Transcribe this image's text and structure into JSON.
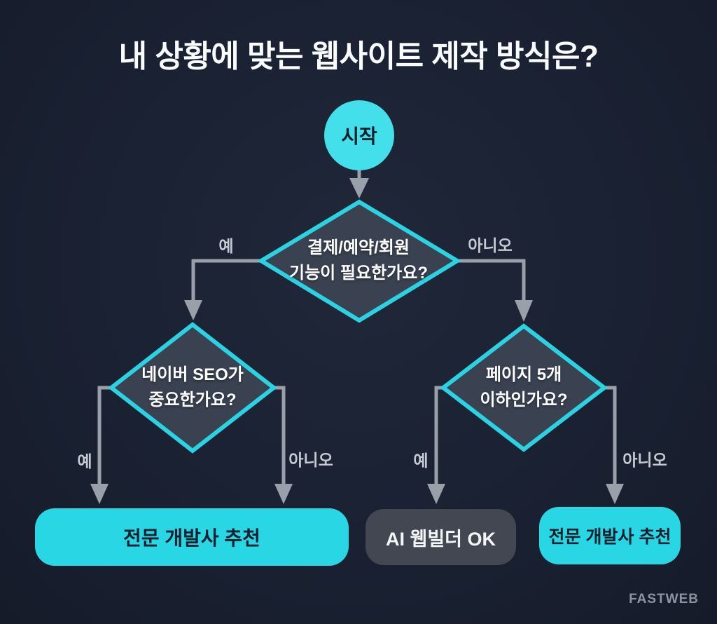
{
  "title": "내 상황에 맞는 웹사이트 제작 방식은?",
  "start": {
    "label": "시작"
  },
  "decisions": [
    {
      "question": "결제/예약/회원\n기능이 필요한가요?",
      "yes_label": "예",
      "no_label": "아니오"
    },
    {
      "question": "네이버 SEO가\n중요한가요?",
      "yes_label": "예",
      "no_label": "아니오"
    },
    {
      "question": "페이지 5개\n이하인가요?",
      "yes_label": "예",
      "no_label": "아니오"
    }
  ],
  "results": [
    {
      "label": "전문 개발사 추천",
      "variant": "primary"
    },
    {
      "label": "AI 웹빌더 OK",
      "variant": "secondary"
    },
    {
      "label": "전문 개발사 추천",
      "variant": "primary"
    }
  ],
  "brand": "FASTWEB",
  "colors": {
    "background": "#1a2132",
    "accent_cyan": "#28d6e4",
    "diamond_fill": "#3a4252",
    "diamond_border": "#2bd3e2",
    "connector_gray": "#9aa0a9",
    "edge_label_gray": "#c6cad3",
    "dark_text": "#15202e",
    "secondary_box_gray": "#424752",
    "title_white": "#fbfcfd"
  }
}
